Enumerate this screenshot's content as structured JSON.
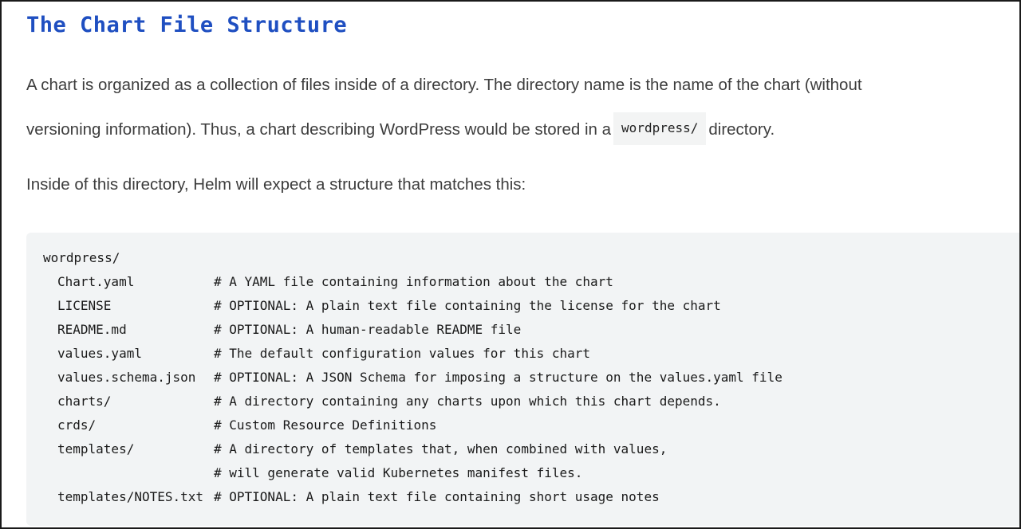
{
  "heading": "The Chart File Structure",
  "paragraph1": {
    "line1": "A chart is organized as a collection of files inside of a directory. The directory name is the name of the chart (without",
    "line2_before": "versioning information). Thus, a chart describing WordPress would be stored in a",
    "inline_code": "wordpress/",
    "line2_after": "directory."
  },
  "paragraph2": "Inside of this directory, Helm will expect a structure that matches this:",
  "code_block": {
    "root": "wordpress/",
    "entries": [
      {
        "path": "Chart.yaml",
        "comment": "# A YAML file containing information about the chart"
      },
      {
        "path": "LICENSE",
        "comment": "# OPTIONAL: A plain text file containing the license for the chart"
      },
      {
        "path": "README.md",
        "comment": "# OPTIONAL: A human-readable README file"
      },
      {
        "path": "values.yaml",
        "comment": "# The default configuration values for this chart"
      },
      {
        "path": "values.schema.json",
        "comment": "# OPTIONAL: A JSON Schema for imposing a structure on the values.yaml file"
      },
      {
        "path": "charts/",
        "comment": "# A directory containing any charts upon which this chart depends."
      },
      {
        "path": "crds/",
        "comment": "# Custom Resource Definitions"
      },
      {
        "path": "templates/",
        "comment": "# A directory of templates that, when combined with values,"
      },
      {
        "path": "",
        "comment": "# will generate valid Kubernetes manifest files."
      },
      {
        "path": "templates/NOTES.txt",
        "comment": "# OPTIONAL: A plain text file containing short usage notes"
      }
    ]
  },
  "colors": {
    "heading": "#1f4fc1",
    "body_text": "#3d3d3d",
    "code_background": "#f2f4f5",
    "inline_code_background": "#f3f4f4"
  }
}
